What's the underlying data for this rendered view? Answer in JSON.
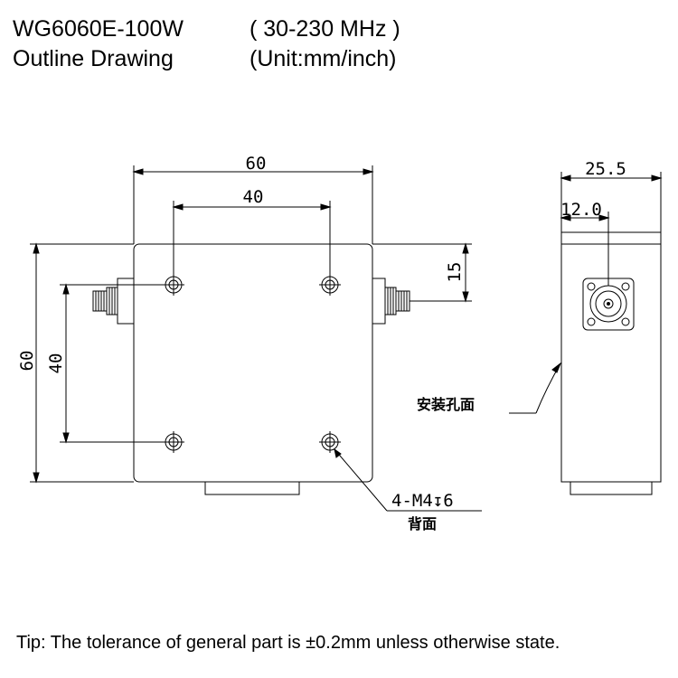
{
  "header": {
    "model": "WG6060E-100W",
    "frequency": "( 30-230 MHz )",
    "drawing_title": "Outline Drawing",
    "unit": "(Unit:mm/inch)"
  },
  "dimensions": {
    "overall_width": "60",
    "hole_spacing_x": "40",
    "overall_height": "60",
    "hole_spacing_y": "40",
    "connector_offset": "15",
    "side_depth": "25.5",
    "side_connector_offset": "12.0",
    "hole_callout": "4-M4↧6"
  },
  "labels": {
    "mounting_face": "安装孔面",
    "back_face": "背面"
  },
  "tip": "Tip: The tolerance of general part is ±0.2mm unless otherwise state."
}
